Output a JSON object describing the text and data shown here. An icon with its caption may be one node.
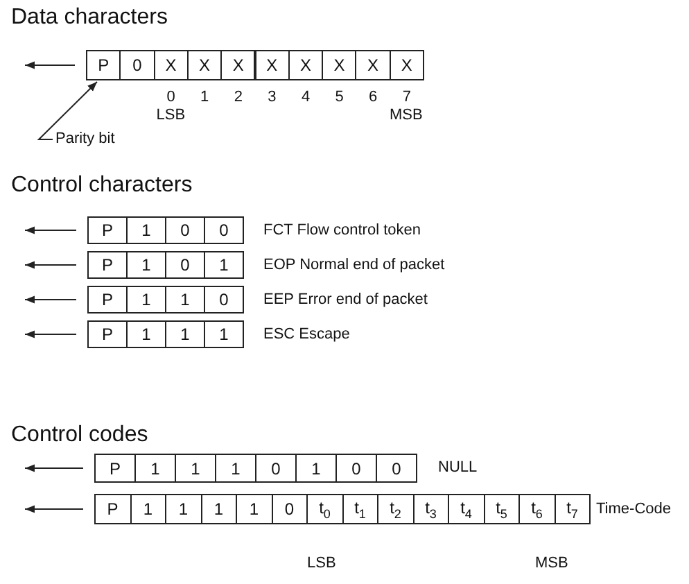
{
  "diagram": {
    "nodes": [
      {
        "text": [
          "P"
        ]
      },
      {
        "text": [
          "0"
        ]
      },
      {
        "text": [
          "X"
        ]
      },
      {
        "text": [
          "X"
        ]
      },
      {
        "text": [
          "X"
        ]
      },
      {
        "text": [
          "X"
        ]
      },
      {
        "text": [
          "X"
        ]
      },
      {
        "text": [
          "X"
        ]
      },
      {
        "text": [
          "X"
        ]
      },
      {
        "text": [
          "X"
        ]
      },
      {
        "text": [
          "P"
        ]
      },
      {
        "text": [
          "1"
        ]
      },
      {
        "text": [
          "0"
        ]
      },
      {
        "text": [
          "0"
        ]
      },
      {
        "text": [
          "P"
        ]
      },
      {
        "text": [
          "1"
        ]
      },
      {
        "text": [
          "0"
        ]
      },
      {
        "text": [
          "1"
        ]
      },
      {
        "text": [
          "P"
        ]
      },
      {
        "text": [
          "1"
        ]
      },
      {
        "text": [
          "1"
        ]
      },
      {
        "text": [
          "0"
        ]
      },
      {
        "text": [
          "P"
        ]
      },
      {
        "text": [
          "1"
        ]
      },
      {
        "text": [
          "1"
        ]
      },
      {
        "text": [
          "1"
        ]
      },
      {
        "text": [
          "P"
        ]
      },
      {
        "text": [
          "1"
        ]
      },
      {
        "text": [
          "1"
        ]
      },
      {
        "text": [
          "1"
        ]
      },
      {
        "text": [
          "0"
        ]
      },
      {
        "text": [
          "1"
        ]
      },
      {
        "text": [
          "0"
        ]
      },
      {
        "text": [
          "0"
        ]
      },
      {
        "text": [
          "P"
        ]
      },
      {
        "text": [
          "1"
        ]
      },
      {
        "text": [
          "1"
        ]
      },
      {
        "text": [
          "1"
        ]
      },
      {
        "text": [
          "1"
        ]
      },
      {
        "text": [
          "0"
        ]
      },
      {
        "text": [
          "t$_{0}$"
        ]
      },
      {
        "text": [
          "t$_{1}$"
        ]
      },
      {
        "text": [
          "t$_{2}$"
        ]
      },
      {
        "text": [
          "t$_{3}$"
        ]
      },
      {
        "text": [
          "t$_{4}$"
        ]
      },
      {
        "text": [
          "t$_{5}$"
        ]
      },
      {
        "text": [
          "t$_{6}$"
        ]
      },
      {
        "text": [
          "t$_{7}$"
        ]
      },
      {
        "text": [
          "Parity bit"
        ]
      }
    ],
    "edges": [
      {
        "from": 0,
        "to": null,
        "arrow": "to"
      },
      {
        "from": 10,
        "to": null,
        "arrow": "to"
      },
      {
        "from": 14,
        "to": null,
        "arrow": "to"
      },
      {
        "from": 18,
        "to": null,
        "arrow": "to"
      },
      {
        "from": 22,
        "to": null,
        "arrow": "to"
      },
      {
        "from": 26,
        "to": null,
        "arrow": "to"
      },
      {
        "from": 34,
        "to": null,
        "arrow": "to"
      },
      {
        "from": 48,
        "to": 0,
        "arrow": "to"
      }
    ],
    "labels": [
      "Data characters",
      "0",
      "1",
      "2",
      "3",
      "4",
      "5",
      "6",
      "7",
      "LSB",
      "MSB",
      "Control characters",
      "FCT Flow control token",
      "EOP Normal end of packet",
      "EEP Error end of packet",
      "ESC Escape",
      "Control codes",
      "NULL",
      "Time-Code",
      "LSB",
      "MSB"
    ]
  }
}
